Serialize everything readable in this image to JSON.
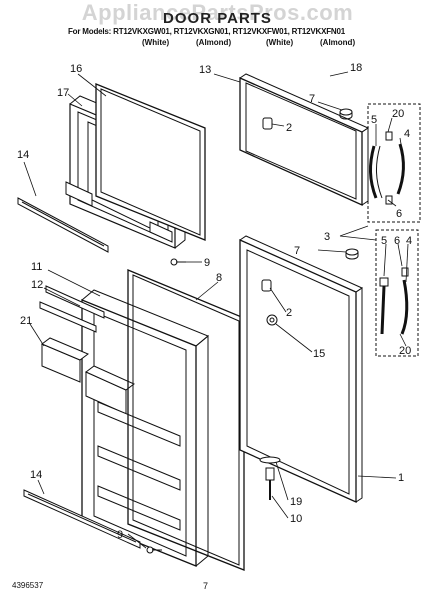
{
  "watermark": "AppliancePartsPros.com",
  "title": "DOOR PARTS",
  "models_line": "For Models: RT12VKXGW01, RT12VKXGN01, RT12VKXFW01, RT12VKXFN01",
  "colors": [
    "(White)",
    "(Almond)",
    "(White)",
    "(Almond)"
  ],
  "part_callouts": {
    "p16": "16",
    "p17": "17",
    "p14a": "14",
    "p13": "13",
    "p18": "18",
    "p7a": "7",
    "p2a": "2",
    "p5a": "5",
    "p20a": "20",
    "p4a": "4",
    "p6a": "6",
    "p3": "3",
    "p9a": "9",
    "p11": "11",
    "p8": "8",
    "p12": "12",
    "p21": "21",
    "p7b": "7",
    "p5b": "5",
    "p6b": "6",
    "p4b": "4",
    "p2b": "2",
    "p15": "15",
    "p20b": "20",
    "p1": "1",
    "p19": "19",
    "p10": "10",
    "p14b": "14",
    "p9b": "9"
  },
  "footer": {
    "doc_number": "4396537",
    "page_number": "7"
  }
}
